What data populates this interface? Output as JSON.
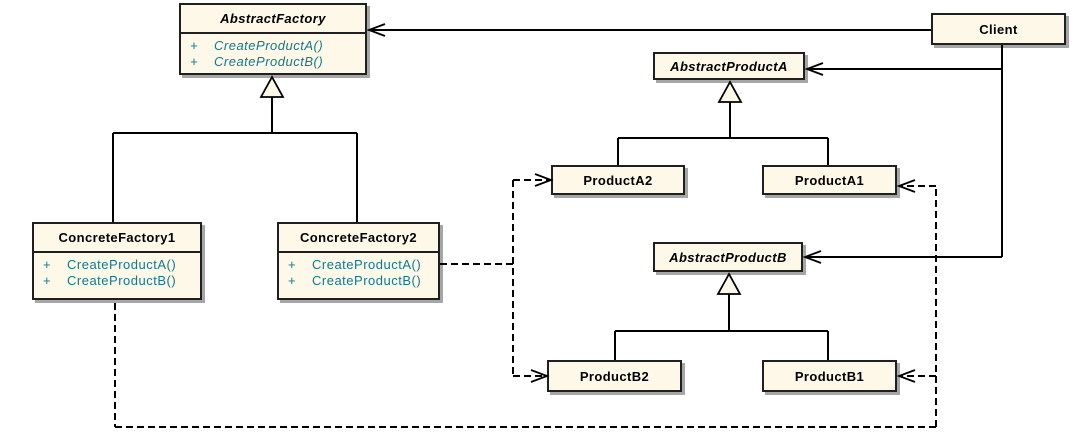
{
  "colors": {
    "background": "#ffffff",
    "box_fill": "#fdf8e7",
    "box_border": "#1f1f1f",
    "box_shadow": "#a6a6a6",
    "method_text": "#0f7b8e",
    "title_text": "#000000",
    "connector": "#000000"
  },
  "classes": {
    "abstract_factory": {
      "name": "AbstractFactory",
      "abstract": true,
      "methods": [
        {
          "vis": "+",
          "name": "CreateProductA()"
        },
        {
          "vis": "+",
          "name": "CreateProductB()"
        }
      ]
    },
    "client": {
      "name": "Client"
    },
    "abstract_product_a": {
      "name": "AbstractProductA",
      "abstract": true
    },
    "product_a2": {
      "name": "ProductA2"
    },
    "product_a1": {
      "name": "ProductA1"
    },
    "abstract_product_b": {
      "name": "AbstractProductB",
      "abstract": true
    },
    "product_b2": {
      "name": "ProductB2"
    },
    "product_b1": {
      "name": "ProductB1"
    },
    "concrete_factory_1": {
      "name": "ConcreteFactory1",
      "methods": [
        {
          "vis": "+",
          "name": "CreateProductA()"
        },
        {
          "vis": "+",
          "name": "CreateProductB()"
        }
      ]
    },
    "concrete_factory_2": {
      "name": "ConcreteFactory2",
      "methods": [
        {
          "vis": "+",
          "name": "CreateProductA()"
        },
        {
          "vis": "+",
          "name": "CreateProductB()"
        }
      ]
    }
  },
  "relationships": [
    {
      "type": "association",
      "from": "Client",
      "to": "AbstractFactory"
    },
    {
      "type": "association",
      "from": "Client",
      "to": "AbstractProductA"
    },
    {
      "type": "association",
      "from": "Client",
      "to": "AbstractProductB"
    },
    {
      "type": "generalization",
      "from": "ConcreteFactory1",
      "to": "AbstractFactory"
    },
    {
      "type": "generalization",
      "from": "ConcreteFactory2",
      "to": "AbstractFactory"
    },
    {
      "type": "generalization",
      "from": "ProductA2",
      "to": "AbstractProductA"
    },
    {
      "type": "generalization",
      "from": "ProductA1",
      "to": "AbstractProductA"
    },
    {
      "type": "generalization",
      "from": "ProductB2",
      "to": "AbstractProductB"
    },
    {
      "type": "generalization",
      "from": "ProductB1",
      "to": "AbstractProductB"
    },
    {
      "type": "dependency",
      "from": "ConcreteFactory2",
      "to": "ProductA2"
    },
    {
      "type": "dependency",
      "from": "ConcreteFactory2",
      "to": "ProductB2"
    },
    {
      "type": "dependency",
      "from": "ConcreteFactory1",
      "to": "ProductA1"
    },
    {
      "type": "dependency",
      "from": "ConcreteFactory1",
      "to": "ProductB1"
    }
  ]
}
